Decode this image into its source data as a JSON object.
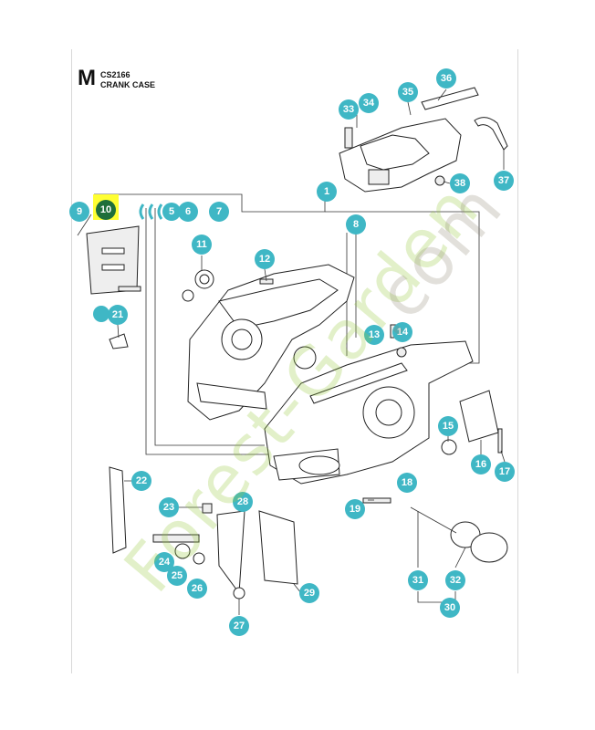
{
  "header": {
    "section_letter": "M",
    "model": "CS2166",
    "title": "CRANK CASE"
  },
  "watermark": {
    "text_main": "Forest-Garden",
    "text_tail": ".com"
  },
  "highlight_color": "#ffff33",
  "callout_color": "#3fb7c5",
  "callout_highlight_color": "#1f6f3a",
  "callouts": [
    "1",
    "5",
    "6",
    "7",
    "8",
    "9",
    "10",
    "11",
    "12",
    "13",
    "14",
    "15",
    "16",
    "17",
    "18",
    "19",
    "21",
    "22",
    "23",
    "24",
    "25",
    "26",
    "27",
    "28",
    "29",
    "30",
    "31",
    "32",
    "33",
    "34",
    "35",
    "36",
    "37",
    "38"
  ]
}
